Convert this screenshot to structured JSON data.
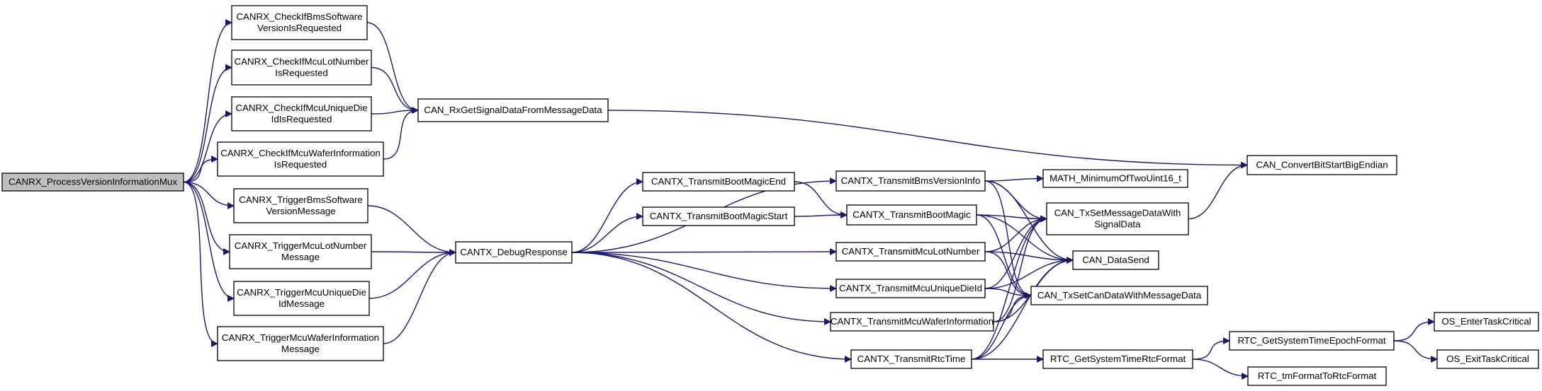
{
  "graph": {
    "edge_color": "#191970",
    "root_fill": "#bfbfbf",
    "nodes": [
      {
        "id": "root",
        "lines": [
          "CANRX_ProcessVersionInformationMux"
        ],
        "root": true
      },
      {
        "id": "chkBms",
        "lines": [
          "CANRX_CheckIfBmsSoftware",
          "VersionIsRequested"
        ]
      },
      {
        "id": "chkLot",
        "lines": [
          "CANRX_CheckIfMcuLotNumber",
          "IsRequested"
        ]
      },
      {
        "id": "chkDie",
        "lines": [
          "CANRX_CheckIfMcuUniqueDie",
          "IdIsRequested"
        ]
      },
      {
        "id": "chkWafer",
        "lines": [
          "CANRX_CheckIfMcuWaferInformation",
          "IsRequested"
        ]
      },
      {
        "id": "trgBms",
        "lines": [
          "CANRX_TriggerBmsSoftware",
          "VersionMessage"
        ]
      },
      {
        "id": "trgLot",
        "lines": [
          "CANRX_TriggerMcuLotNumber",
          "Message"
        ]
      },
      {
        "id": "trgDie",
        "lines": [
          "CANRX_TriggerMcuUniqueDie",
          "IdMessage"
        ]
      },
      {
        "id": "trgWafer",
        "lines": [
          "CANRX_TriggerMcuWaferInformation",
          "Message"
        ]
      },
      {
        "id": "rxGet",
        "lines": [
          "CAN_RxGetSignalDataFromMessageData"
        ]
      },
      {
        "id": "debug",
        "lines": [
          "CANTX_DebugResponse"
        ]
      },
      {
        "id": "magicEnd",
        "lines": [
          "CANTX_TransmitBootMagicEnd"
        ]
      },
      {
        "id": "magicStart",
        "lines": [
          "CANTX_TransmitBootMagicStart"
        ]
      },
      {
        "id": "bmsVer",
        "lines": [
          "CANTX_TransmitBmsVersionInfo"
        ]
      },
      {
        "id": "bootMagic",
        "lines": [
          "CANTX_TransmitBootMagic"
        ]
      },
      {
        "id": "lotNum",
        "lines": [
          "CANTX_TransmitMcuLotNumber"
        ]
      },
      {
        "id": "dieId",
        "lines": [
          "CANTX_TransmitMcuUniqueDieId"
        ]
      },
      {
        "id": "wafer",
        "lines": [
          "CANTX_TransmitMcuWaferInformation"
        ]
      },
      {
        "id": "rtc",
        "lines": [
          "CANTX_TransmitRtcTime"
        ]
      },
      {
        "id": "mathMin",
        "lines": [
          "MATH_MinimumOfTwoUint16_t"
        ]
      },
      {
        "id": "txSetMsg",
        "lines": [
          "CAN_TxSetMessageDataWith",
          "SignalData"
        ]
      },
      {
        "id": "dataSend",
        "lines": [
          "CAN_DataSend"
        ]
      },
      {
        "id": "txSetCan",
        "lines": [
          "CAN_TxSetCanDataWithMessageData"
        ]
      },
      {
        "id": "rtcFmt",
        "lines": [
          "RTC_GetSystemTimeRtcFormat"
        ]
      },
      {
        "id": "convBit",
        "lines": [
          "CAN_ConvertBitStartBigEndian"
        ]
      },
      {
        "id": "epoch",
        "lines": [
          "RTC_GetSystemTimeEpochFormat"
        ]
      },
      {
        "id": "tmFmt",
        "lines": [
          "RTC_tmFormatToRtcFormat"
        ]
      },
      {
        "id": "enterCrit",
        "lines": [
          "OS_EnterTaskCritical"
        ]
      },
      {
        "id": "exitCrit",
        "lines": [
          "OS_ExitTaskCritical"
        ]
      }
    ],
    "edges": [
      [
        "root",
        "chkBms"
      ],
      [
        "root",
        "chkLot"
      ],
      [
        "root",
        "chkDie"
      ],
      [
        "root",
        "chkWafer"
      ],
      [
        "root",
        "trgBms"
      ],
      [
        "root",
        "trgLot"
      ],
      [
        "root",
        "trgDie"
      ],
      [
        "root",
        "trgWafer"
      ],
      [
        "chkBms",
        "rxGet"
      ],
      [
        "chkLot",
        "rxGet"
      ],
      [
        "chkDie",
        "rxGet"
      ],
      [
        "chkWafer",
        "rxGet"
      ],
      [
        "rxGet",
        "convBit"
      ],
      [
        "trgBms",
        "debug"
      ],
      [
        "trgLot",
        "debug"
      ],
      [
        "trgDie",
        "debug"
      ],
      [
        "trgWafer",
        "debug"
      ],
      [
        "debug",
        "bmsVer"
      ],
      [
        "debug",
        "magicEnd"
      ],
      [
        "debug",
        "magicStart"
      ],
      [
        "debug",
        "lotNum"
      ],
      [
        "debug",
        "dieId"
      ],
      [
        "debug",
        "wafer"
      ],
      [
        "debug",
        "rtc"
      ],
      [
        "magicEnd",
        "bootMagic"
      ],
      [
        "magicStart",
        "bootMagic"
      ],
      [
        "bmsVer",
        "mathMin"
      ],
      [
        "bmsVer",
        "txSetMsg"
      ],
      [
        "bmsVer",
        "dataSend"
      ],
      [
        "bmsVer",
        "txSetCan"
      ],
      [
        "bootMagic",
        "txSetMsg"
      ],
      [
        "bootMagic",
        "dataSend"
      ],
      [
        "bootMagic",
        "txSetCan"
      ],
      [
        "lotNum",
        "txSetMsg"
      ],
      [
        "lotNum",
        "dataSend"
      ],
      [
        "lotNum",
        "txSetCan"
      ],
      [
        "dieId",
        "txSetMsg"
      ],
      [
        "dieId",
        "dataSend"
      ],
      [
        "dieId",
        "txSetCan"
      ],
      [
        "wafer",
        "txSetMsg"
      ],
      [
        "wafer",
        "dataSend"
      ],
      [
        "wafer",
        "txSetCan"
      ],
      [
        "rtc",
        "txSetMsg"
      ],
      [
        "rtc",
        "dataSend"
      ],
      [
        "rtc",
        "txSetCan"
      ],
      [
        "rtc",
        "rtcFmt"
      ],
      [
        "txSetMsg",
        "convBit"
      ],
      [
        "rtcFmt",
        "epoch"
      ],
      [
        "rtcFmt",
        "tmFmt"
      ],
      [
        "epoch",
        "enterCrit"
      ],
      [
        "epoch",
        "exitCrit"
      ]
    ]
  }
}
